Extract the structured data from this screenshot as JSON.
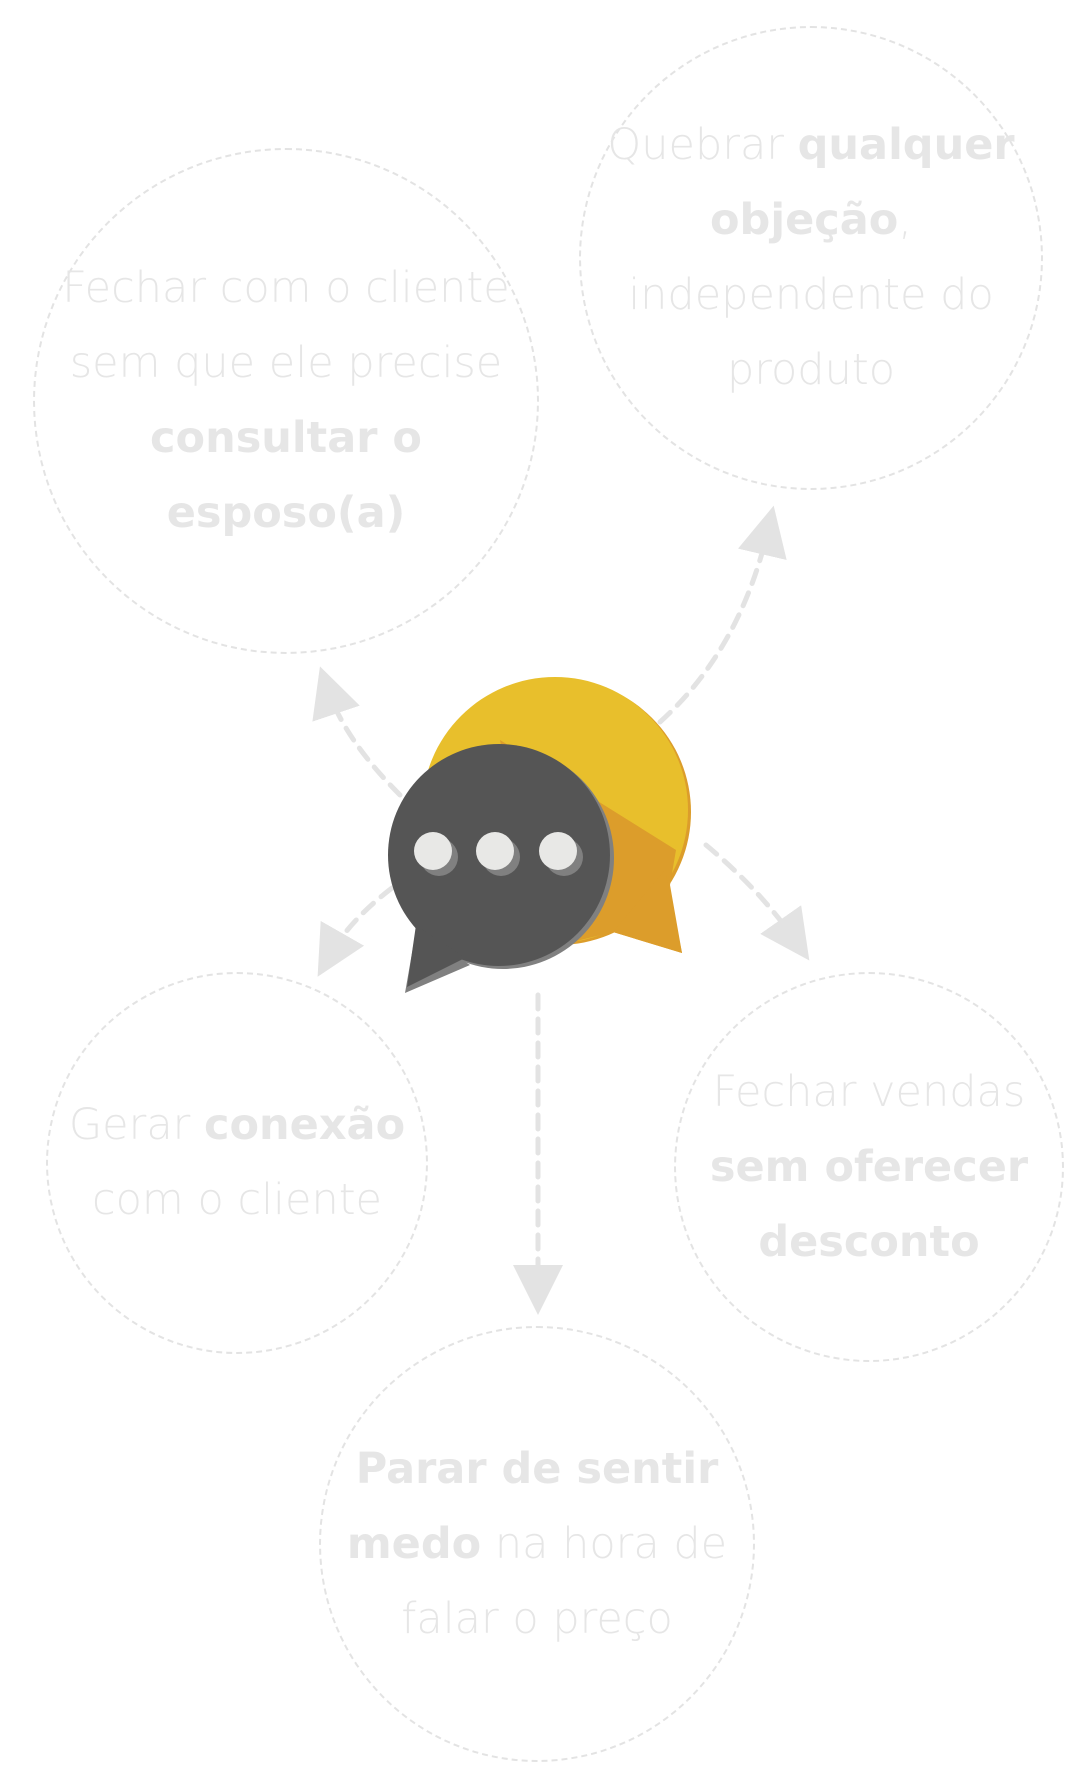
{
  "nodes": [
    {
      "id": "top-right",
      "parts": [
        {
          "t": "Quebrar ",
          "b": false
        },
        {
          "t": "qualquer objeção",
          "b": true
        },
        {
          "t": ", independente do produto",
          "b": false
        }
      ]
    },
    {
      "id": "left",
      "parts": [
        {
          "t": "Fechar com o cliente sem que ele precise ",
          "b": false
        },
        {
          "t": "consultar o esposo(a)",
          "b": true
        }
      ]
    },
    {
      "id": "bottom-left",
      "parts": [
        {
          "t": "Gerar ",
          "b": false
        },
        {
          "t": "conexão",
          "b": true
        },
        {
          "t": " com o cliente",
          "b": false
        }
      ]
    },
    {
      "id": "right",
      "parts": [
        {
          "t": "Fechar vendas ",
          "b": false
        },
        {
          "t": "sem oferecer desconto",
          "b": true
        }
      ]
    },
    {
      "id": "bottom",
      "parts": [
        {
          "t": "Parar de sentir medo",
          "b": true
        },
        {
          "t": " na hora de falar o preço",
          "b": false
        }
      ]
    }
  ],
  "colors": {
    "yellow": "#e8bf2c",
    "orange": "#dc9d2b",
    "dark": "#555555",
    "shadow": "#808080",
    "dot": "#e8e8e6",
    "line": "#e3e3e3"
  }
}
